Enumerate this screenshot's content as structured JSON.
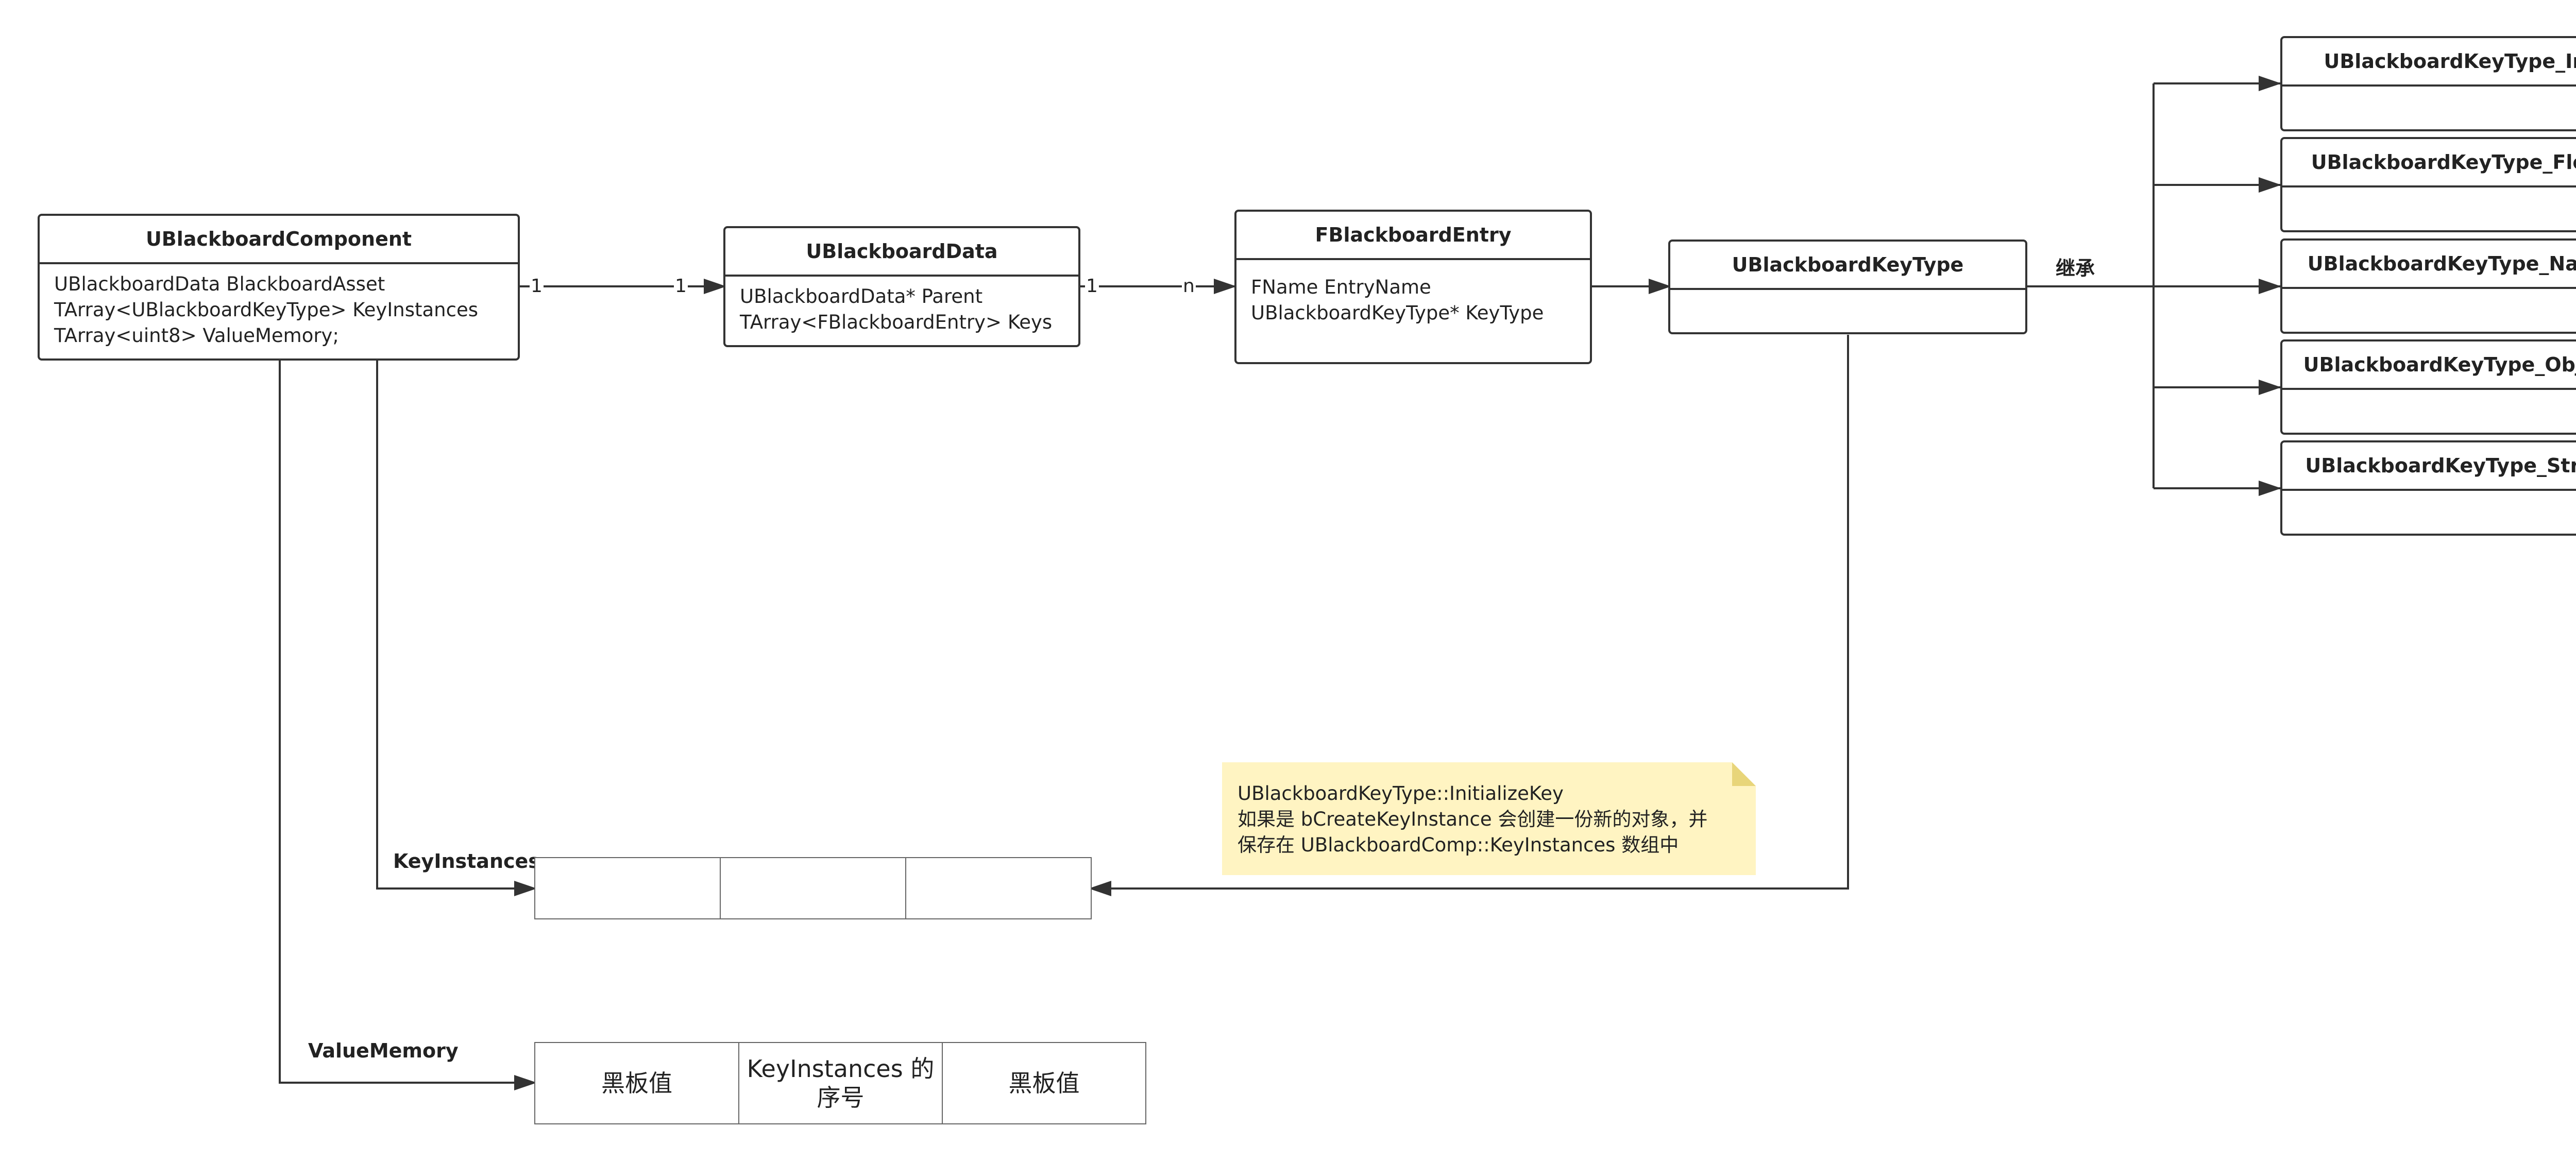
{
  "classes": {
    "blackboard_component": {
      "title": "UBlackboardComponent",
      "attrs": [
        "UBlackboardData BlackboardAsset",
        "TArray<UBlackboardKeyType> KeyInstances",
        "TArray<uint8> ValueMemory;"
      ]
    },
    "blackboard_data": {
      "title": "UBlackboardData",
      "attrs": [
        "UBlackboardData* Parent",
        "TArray<FBlackboardEntry> Keys"
      ]
    },
    "blackboard_entry": {
      "title": "FBlackboardEntry",
      "attrs": [
        "FName EntryName",
        "UBlackboardKeyType* KeyType"
      ]
    },
    "key_type": {
      "title": "UBlackboardKeyType"
    },
    "key_type_int": {
      "title": "UBlackboardKeyType_Int"
    },
    "key_type_float": {
      "title": "UBlackboardKeyType_Float"
    },
    "key_type_name": {
      "title": "UBlackboardKeyType_Name"
    },
    "key_type_object": {
      "title": "UBlackboardKeyType_Object"
    },
    "key_type_string": {
      "title": "UBlackboardKeyType_String"
    }
  },
  "multiplicities": {
    "component_to_data_source": "1",
    "component_to_data_target": "1",
    "data_to_entry_source": "1",
    "data_to_entry_target": "n"
  },
  "inherit_label": "继承",
  "note": {
    "lines": [
      "UBlackboardKeyType::InitializeKey",
      "如果是 bCreateKeyInstance 会创建一份新的对象，并",
      "保存在 UBlackboardComp::KeyInstances 数组中"
    ]
  },
  "key_instances": {
    "label": "KeyInstances",
    "cells": [
      "",
      "",
      ""
    ]
  },
  "value_memory": {
    "label": "ValueMemory",
    "cells": [
      "黑板值",
      "KeyInstances 的序号",
      "黑板值"
    ]
  },
  "colors": {
    "line": "#333333",
    "note_bg": "#fff4c2",
    "note_fold": "#e8d57a"
  }
}
